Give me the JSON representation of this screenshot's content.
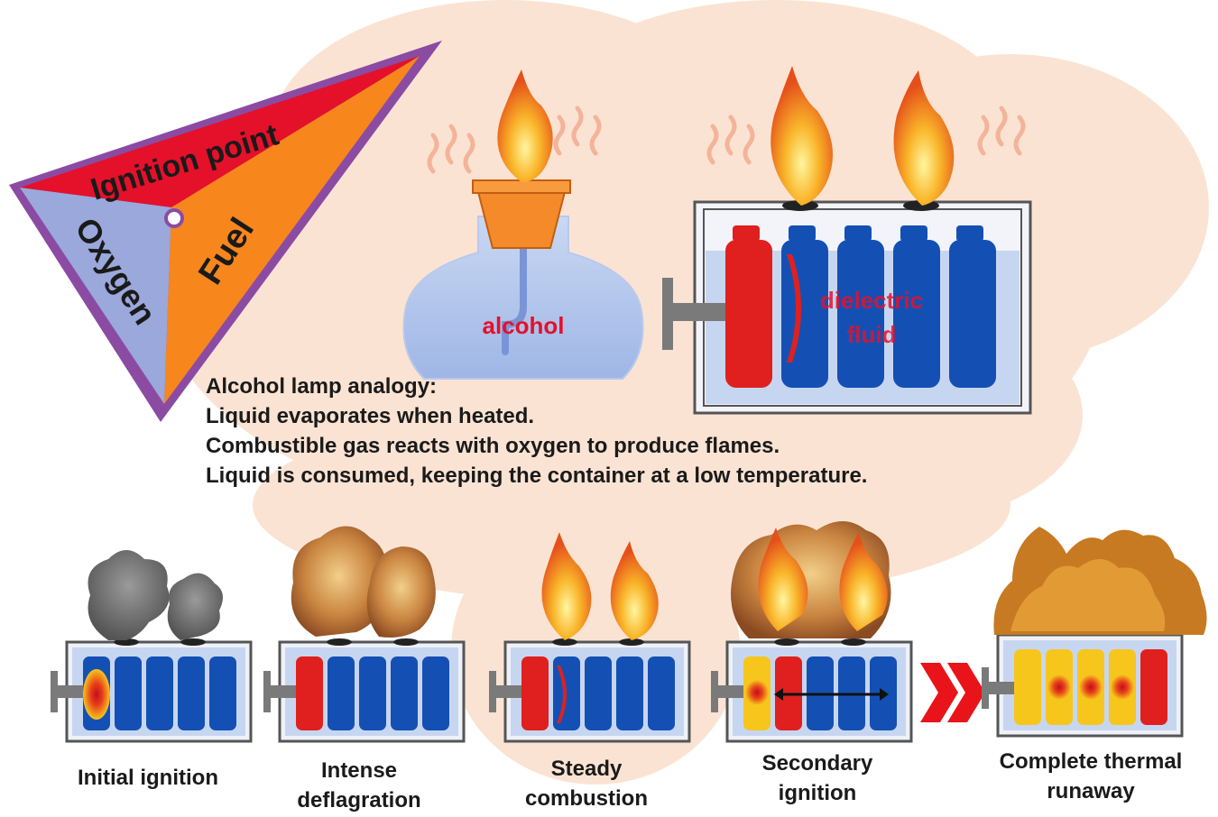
{
  "triangle": {
    "top_label": "Ignition point",
    "left_label": "Oxygen",
    "right_label": "Fuel"
  },
  "lamp": {
    "liquid_label": "alcohol"
  },
  "module": {
    "fluid_label_line1": "dielectric",
    "fluid_label_line2": "fluid"
  },
  "analogy": {
    "title": "Alcohol lamp analogy:",
    "lines": [
      "Liquid evaporates when heated.",
      "Combustible gas reacts with oxygen to produce flames.",
      "Liquid is consumed, keeping the container at a low temperature."
    ]
  },
  "stages": [
    {
      "line1": "Initial ignition",
      "line2": ""
    },
    {
      "line1": "Intense",
      "line2": "deflagration"
    },
    {
      "line1": "Steady",
      "line2": "combustion"
    },
    {
      "line1": "Secondary",
      "line2": "ignition"
    },
    {
      "line1": "Complete thermal",
      "line2": "runaway"
    }
  ],
  "colors": {
    "cloud": "#fbe3d3",
    "cell_blue": "#1450b4",
    "cell_red": "#e0201e",
    "cell_yellow": "#f6c61c",
    "triangle_red": "#e5102a",
    "triangle_orange": "#f7861d",
    "triangle_blue": "#9aa8dc",
    "flame_orange": "#f79a1e",
    "smoke_gray": "#6f6f6f",
    "arrow_red": "#e8141a"
  }
}
